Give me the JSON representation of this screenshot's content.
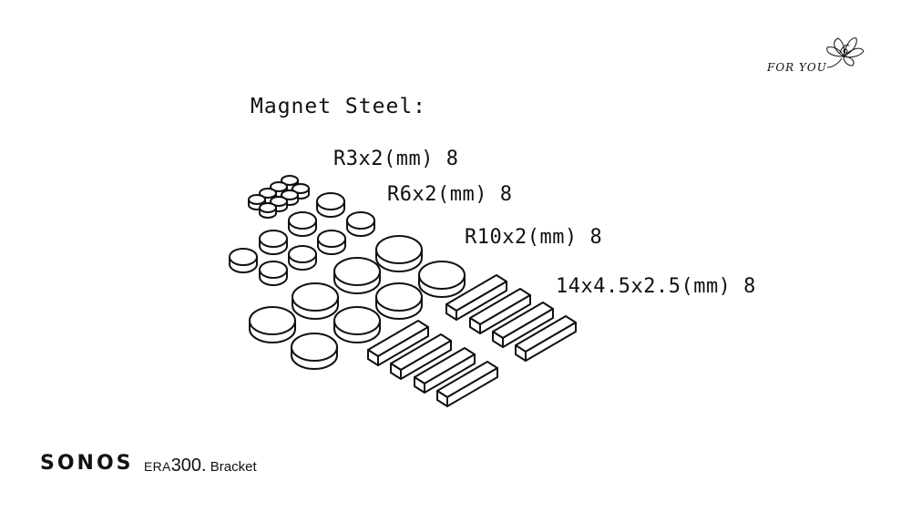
{
  "heading": "Magnet Steel:",
  "specs": [
    {
      "label": "R3x2(mm) 8"
    },
    {
      "label": "R6x2(mm) 8"
    },
    {
      "label": "R10x2(mm) 8"
    },
    {
      "label": "14x4.5x2.5(mm) 8"
    }
  ],
  "footer": {
    "brand": "SONOS",
    "model_prefix": "ERA",
    "model_number": "300.",
    "description": " Bracket"
  },
  "logo": {
    "text": "FOR YOU",
    "icon": "lotus-flower-icon"
  },
  "colors": {
    "ink": "#111111",
    "background": "#ffffff"
  }
}
